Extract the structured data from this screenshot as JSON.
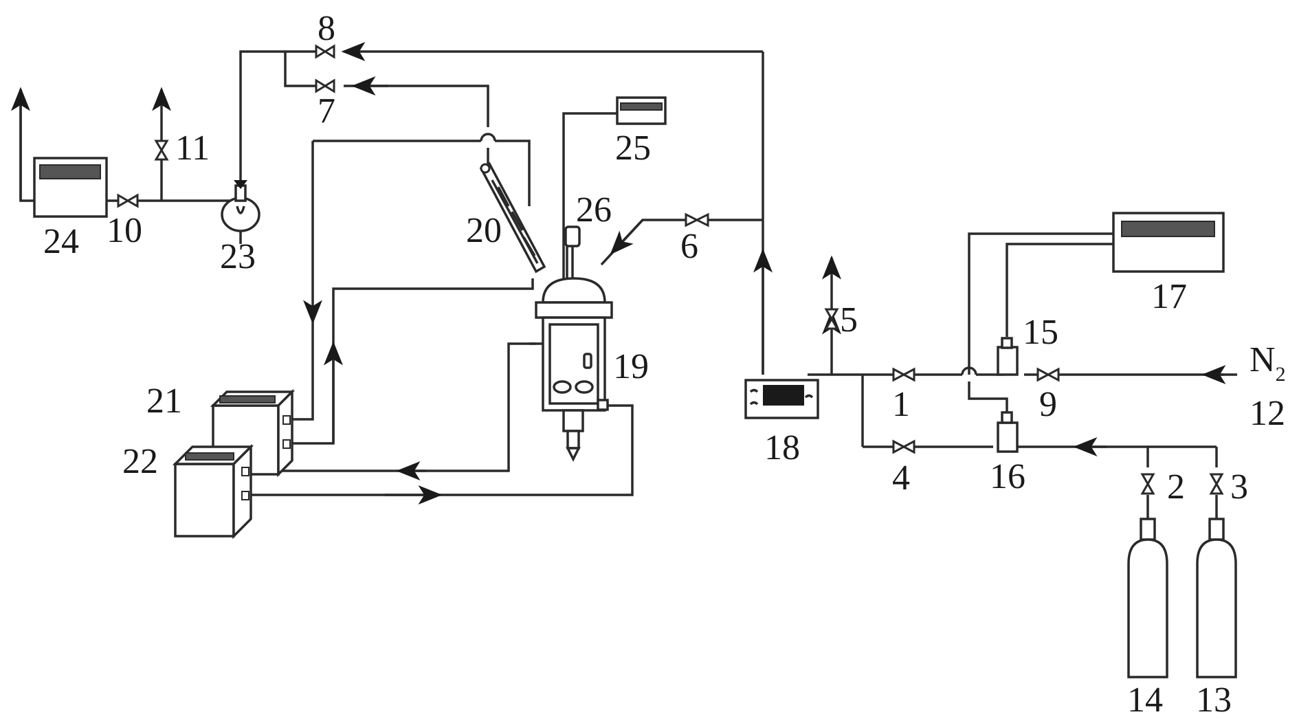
{
  "labels": {
    "n1": "1",
    "n2": "2",
    "n3": "3",
    "n4": "4",
    "n5": "5",
    "n6": "6",
    "n7": "7",
    "n8": "8",
    "n9": "9",
    "n10": "10",
    "n11": "11",
    "n12": "12",
    "n13": "13",
    "n14": "14",
    "n15": "15",
    "n16": "16",
    "n17": "17",
    "n18": "18",
    "n19": "19",
    "n20": "20",
    "n21": "21",
    "n22": "22",
    "n23": "23",
    "n24": "24",
    "n25": "25",
    "n26": "26",
    "n2_gas": "N",
    "n2_sub": "2"
  }
}
